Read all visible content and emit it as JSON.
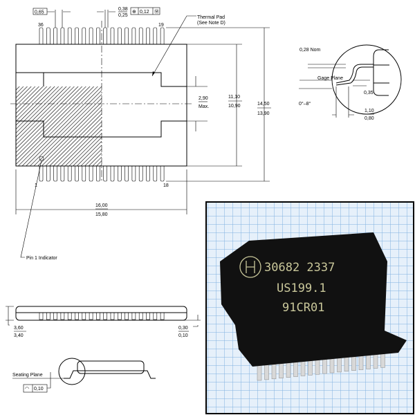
{
  "drawing": {
    "pitch": "0,65",
    "lead_width_max": "0,38",
    "lead_width_min": "0,25",
    "position_tolerance": "0,12",
    "pin_36": "36",
    "pin_19": "19",
    "pin_1": "1",
    "pin_18": "18",
    "thermal_pad_line1": "Thermal Pad",
    "thermal_pad_line2": "(See Note D)",
    "pad_height_max": "2,90",
    "pad_height_note": "Max.",
    "body_width_max": "11,10",
    "body_width_min": "10,90",
    "overall_width_max": "14,50",
    "overall_width_min": "13,90",
    "length_max": "16,00",
    "length_min": "15,80",
    "pin1_indicator": "Pin 1 Indicator",
    "height_max": "3,60",
    "height_min": "3,40",
    "standoff_max": "0,30",
    "standoff_min": "0,10",
    "seating_plane": "Seating Plane",
    "coplanarity": "0,10"
  },
  "detail": {
    "lead_thickness": "0,28 Nom",
    "gage_plane": "Gage Plane",
    "gage_offset": "0,35",
    "angle": "0°–8°",
    "foot_max": "1,10",
    "foot_min": "0,80"
  },
  "photo": {
    "marking_line1": "30682 2337",
    "marking_line2": "US199.1",
    "marking_line3": "91CR01",
    "logo": "Bosch",
    "grid_color": "#7fb0e0",
    "background_color": "#e6f0fa",
    "chip_color": "#111111"
  }
}
